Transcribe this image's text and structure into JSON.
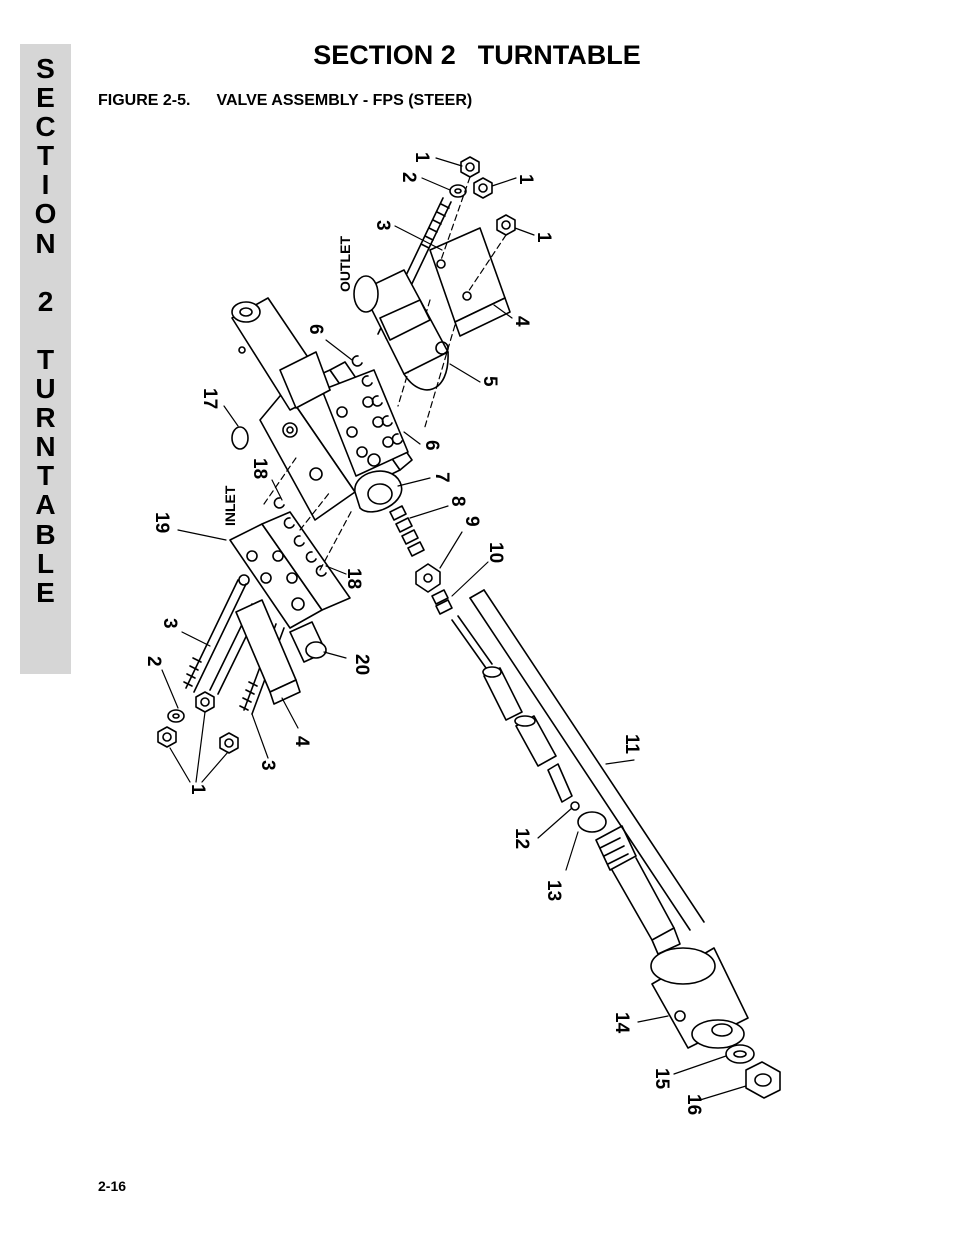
{
  "side_tab": {
    "letters": [
      "S",
      "E",
      "C",
      "T",
      "I",
      "O",
      "N",
      "",
      "2",
      "",
      "T",
      "U",
      "R",
      "N",
      "T",
      "A",
      "B",
      "L",
      "E"
    ]
  },
  "header": {
    "section_label": "SECTION 2",
    "section_name": "TURNTABLE"
  },
  "figure": {
    "number": "FIGURE 2-5.",
    "title": "VALVE ASSEMBLY - FPS (STEER)",
    "port_labels": {
      "outlet": "OUTLET",
      "inlet": "INLET"
    },
    "callouts": [
      {
        "id": "c1a",
        "text": "1"
      },
      {
        "id": "c2a",
        "text": "2"
      },
      {
        "id": "c1b",
        "text": "1"
      },
      {
        "id": "c3a",
        "text": "3"
      },
      {
        "id": "c1c",
        "text": "1"
      },
      {
        "id": "c4a",
        "text": "4"
      },
      {
        "id": "c6a",
        "text": "6"
      },
      {
        "id": "c5",
        "text": "5"
      },
      {
        "id": "c17",
        "text": "17"
      },
      {
        "id": "c6b",
        "text": "6"
      },
      {
        "id": "c7",
        "text": "7"
      },
      {
        "id": "c18a",
        "text": "18"
      },
      {
        "id": "c8",
        "text": "8"
      },
      {
        "id": "c19",
        "text": "19"
      },
      {
        "id": "c9",
        "text": "9"
      },
      {
        "id": "c10",
        "text": "10"
      },
      {
        "id": "c18b",
        "text": "18"
      },
      {
        "id": "c3b",
        "text": "3"
      },
      {
        "id": "c20",
        "text": "20"
      },
      {
        "id": "c2b",
        "text": "2"
      },
      {
        "id": "c4b",
        "text": "4"
      },
      {
        "id": "c3c",
        "text": "3"
      },
      {
        "id": "c11",
        "text": "11"
      },
      {
        "id": "c1d",
        "text": "1"
      },
      {
        "id": "c12",
        "text": "12"
      },
      {
        "id": "c13",
        "text": "13"
      },
      {
        "id": "c14",
        "text": "14"
      },
      {
        "id": "c15",
        "text": "15"
      },
      {
        "id": "c16",
        "text": "16"
      }
    ]
  },
  "footer": {
    "page_number": "2-16"
  }
}
